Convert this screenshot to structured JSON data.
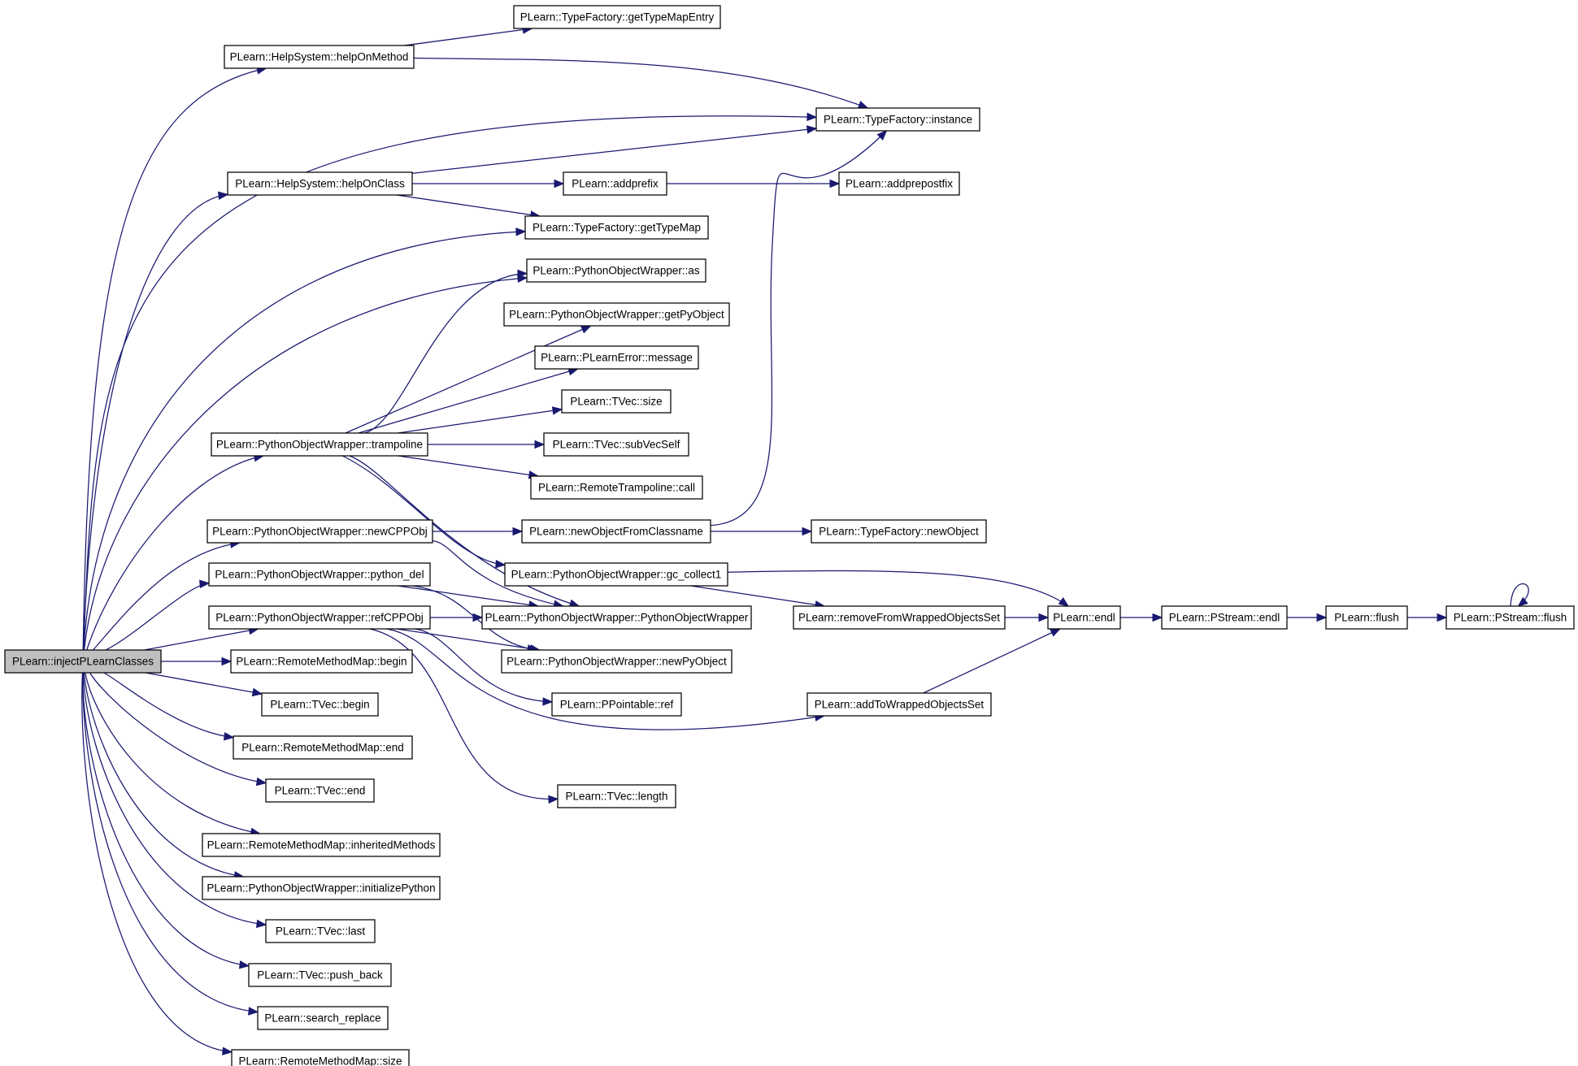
{
  "colors": {
    "edge": "#191970",
    "root_fill": "#bfbfbf",
    "node_fill": "#ffffff",
    "node_stroke": "#000000"
  },
  "nodes": [
    {
      "id": "inject",
      "label": "PLearn::injectPLearnClasses"
    },
    {
      "id": "helpOnMethod",
      "label": "PLearn::HelpSystem::helpOnMethod"
    },
    {
      "id": "getTypeMapEntry",
      "label": "PLearn::TypeFactory::getTypeMapEntry"
    },
    {
      "id": "instance",
      "label": "PLearn::TypeFactory::instance"
    },
    {
      "id": "helpOnClass",
      "label": "PLearn::HelpSystem::helpOnClass"
    },
    {
      "id": "addprefix",
      "label": "PLearn::addprefix"
    },
    {
      "id": "addprepostfix",
      "label": "PLearn::addprepostfix"
    },
    {
      "id": "getTypeMap",
      "label": "PLearn::TypeFactory::getTypeMap"
    },
    {
      "id": "as",
      "label": "PLearn::PythonObjectWrapper::as"
    },
    {
      "id": "getPyObject",
      "label": "PLearn::PythonObjectWrapper::getPyObject"
    },
    {
      "id": "message",
      "label": "PLearn::PLearnError::message"
    },
    {
      "id": "tvecSize",
      "label": "PLearn::TVec::size"
    },
    {
      "id": "trampoline",
      "label": "PLearn::PythonObjectWrapper::trampoline"
    },
    {
      "id": "subVecSelf",
      "label": "PLearn::TVec::subVecSelf"
    },
    {
      "id": "call",
      "label": "PLearn::RemoteTrampoline::call"
    },
    {
      "id": "newCPPObj",
      "label": "PLearn::PythonObjectWrapper::newCPPObj"
    },
    {
      "id": "newObjectFromClassname",
      "label": "PLearn::newObjectFromClassname"
    },
    {
      "id": "newObject",
      "label": "PLearn::TypeFactory::newObject"
    },
    {
      "id": "gcCollect",
      "label": "PLearn::PythonObjectWrapper::gc_collect1"
    },
    {
      "id": "pythonDel",
      "label": "PLearn::PythonObjectWrapper::python_del"
    },
    {
      "id": "refCPPObj",
      "label": "PLearn::PythonObjectWrapper::refCPPObj"
    },
    {
      "id": "pow",
      "label": "PLearn::PythonObjectWrapper::PythonObjectWrapper"
    },
    {
      "id": "removeFrom",
      "label": "PLearn::removeFromWrappedObjectsSet"
    },
    {
      "id": "endl",
      "label": "PLearn::endl"
    },
    {
      "id": "pstreamEndl",
      "label": "PLearn::PStream::endl"
    },
    {
      "id": "flush",
      "label": "PLearn::flush"
    },
    {
      "id": "pstreamFlush",
      "label": "PLearn::PStream::flush"
    },
    {
      "id": "rmmBegin",
      "label": "PLearn::RemoteMethodMap::begin"
    },
    {
      "id": "newPyObject",
      "label": "PLearn::PythonObjectWrapper::newPyObject"
    },
    {
      "id": "tvecBegin",
      "label": "PLearn::TVec::begin"
    },
    {
      "id": "ppointableRef",
      "label": "PLearn::PPointable::ref"
    },
    {
      "id": "addTo",
      "label": "PLearn::addToWrappedObjectsSet"
    },
    {
      "id": "rmmEnd",
      "label": "PLearn::RemoteMethodMap::end"
    },
    {
      "id": "tvecEnd",
      "label": "PLearn::TVec::end"
    },
    {
      "id": "tvecLength",
      "label": "PLearn::TVec::length"
    },
    {
      "id": "inherited",
      "label": "PLearn::RemoteMethodMap::inheritedMethods"
    },
    {
      "id": "initPython",
      "label": "PLearn::PythonObjectWrapper::initializePython"
    },
    {
      "id": "tvecLast",
      "label": "PLearn::TVec::last"
    },
    {
      "id": "pushBack",
      "label": "PLearn::TVec::push_back"
    },
    {
      "id": "searchReplace",
      "label": "PLearn::search_replace"
    },
    {
      "id": "rmmSize",
      "label": "PLearn::RemoteMethodMap::size"
    }
  ]
}
